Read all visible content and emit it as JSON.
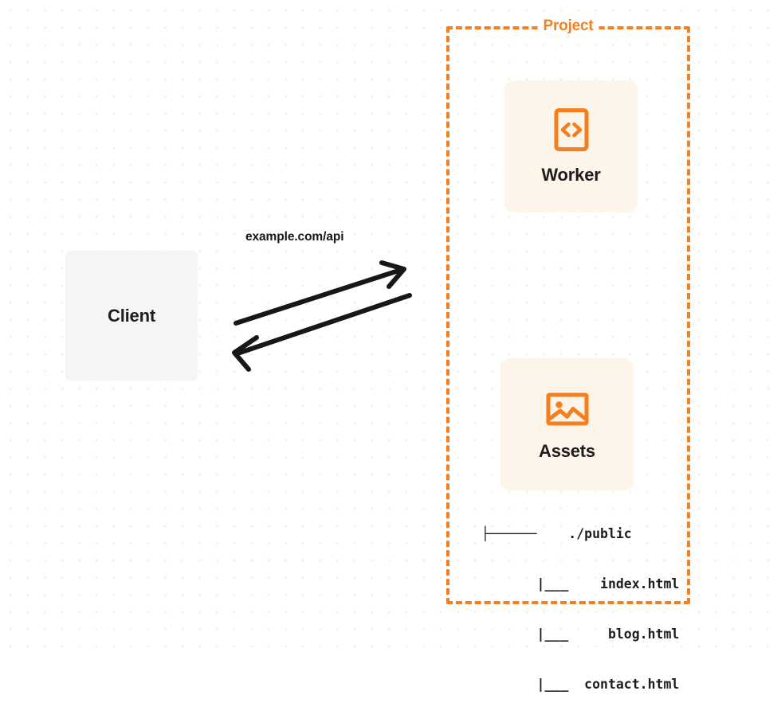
{
  "diagram": {
    "title": "Client to Project (Worker + Assets) request flow",
    "background": {
      "style": "dot-grid",
      "dot_color": "#ededee",
      "page_color": "#ffffff"
    },
    "colors": {
      "accent_orange": "#f38020",
      "card_fill": "#fdf4ea",
      "client_fill": "#f4f5f6",
      "text_dark": "#1d1d1f",
      "arrow_stroke": "#17171a"
    }
  },
  "client": {
    "label": "Client"
  },
  "connection": {
    "label": "example.com/api",
    "request_arrow": "arrow-right-up",
    "response_arrow": "arrow-left-down"
  },
  "project": {
    "title": "Project",
    "border_style": "dashed",
    "services": [
      {
        "label": "Worker",
        "icon": "code-brackets-icon"
      },
      {
        "label": "Assets",
        "icon": "image-icon"
      }
    ],
    "file_tree": {
      "rows": [
        "├──────    ./public",
        "       |___    index.html",
        "       |___     blog.html",
        "       |___  contact.html"
      ],
      "entries": [
        "./public",
        "index.html",
        "blog.html",
        "contact.html"
      ]
    }
  }
}
